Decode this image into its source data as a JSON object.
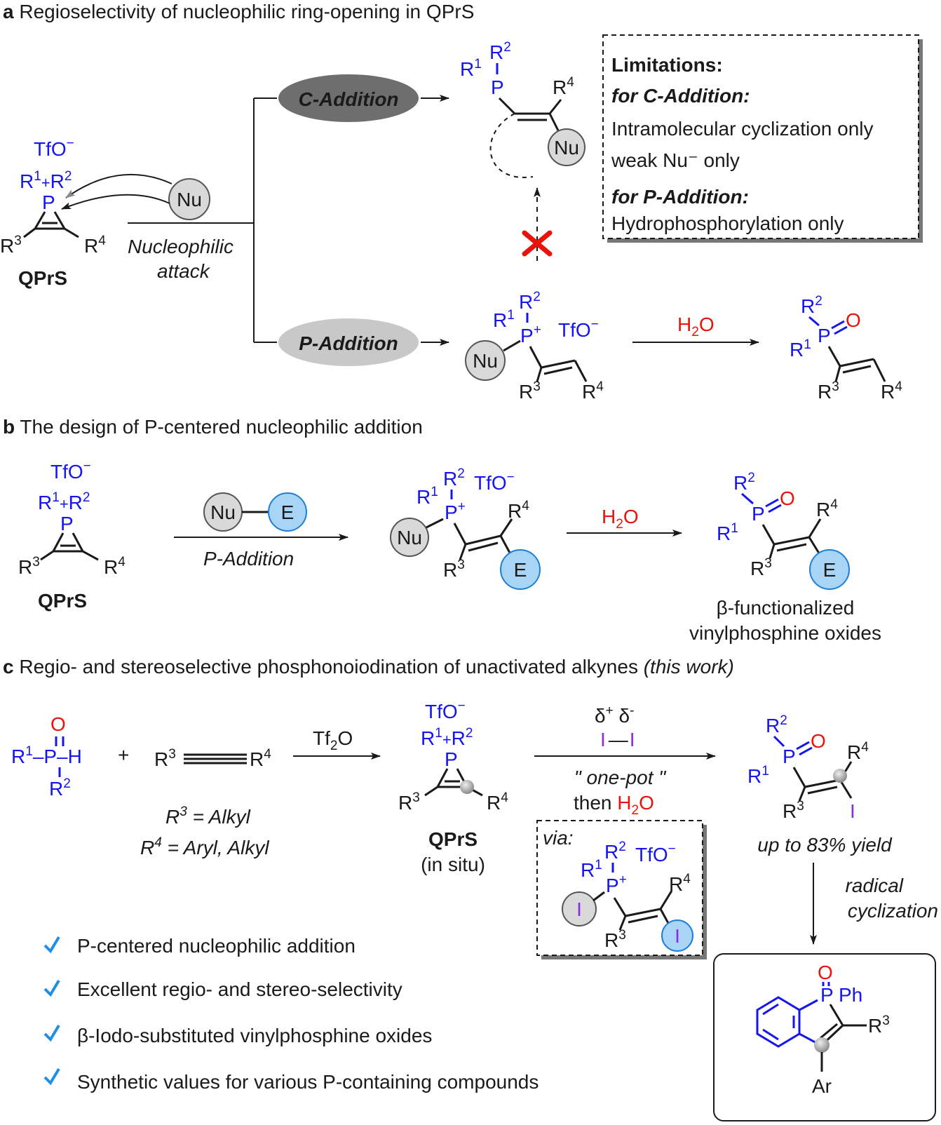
{
  "colors": {
    "blue": "#1515ee",
    "red": "#e8140c",
    "purple": "#8a2be2",
    "nu_circle": "#d9d9d9",
    "e_circle": "#a8d4f5",
    "check": "#1f8fe6",
    "c_addition_pill": "#6e6e6e",
    "p_addition_pill": "#c8c8c8"
  },
  "panel_a": {
    "letter": "a",
    "title": "Regioselectivity of nucleophilic ring-opening in QPrS",
    "qprs_label": "QPrS",
    "tfo": "TfO",
    "nu": "Nu",
    "attack_line1": "Nucleophilic",
    "attack_line2": "attack",
    "c_addition": "C-Addition",
    "p_addition": "P-Addition",
    "water": "H2O",
    "limitations": {
      "heading": "Limitations:",
      "c_head": "for C-Addition:",
      "c_line1": "Intramolecular cyclization only",
      "c_line2": "weak Nu⁻ only",
      "p_head": "for P-Addition:",
      "p_line1": "Hydrophosphorylation only"
    }
  },
  "panel_b": {
    "letter": "b",
    "title": "The design of P-centered nucleophilic addition",
    "qprs_label": "QPrS",
    "reagent_nu": "Nu",
    "reagent_e": "E",
    "arrow_label": "P-Addition",
    "water": "H2O",
    "product_line1": "β-functionalized",
    "product_line2": "vinylphosphine oxides"
  },
  "panel_c": {
    "letter": "c",
    "title": "Regio- and stereoselective phosphonoiodination of unactivated alkynes",
    "title_suffix": "(this work)",
    "tf2o": "Tf2O",
    "plus": "+",
    "r3_def": "R3 = Alkyl",
    "r4_def": "R4 = Aryl, Alkyl",
    "qprs_label": "QPrS",
    "in_situ": "(in situ)",
    "one_pot": "\" one-pot \"",
    "then": "then",
    "water": "H2O",
    "via": "via:",
    "yield": "up to 83% yield",
    "radical_line1": "radical",
    "radical_line2": "cyclization",
    "features": [
      "P-centered nucleophilic addition",
      "Excellent regio- and stereo-selectivity",
      "β-Iodo-substituted vinylphosphine oxides",
      "Synthetic values for various P-containing compounds"
    ]
  }
}
